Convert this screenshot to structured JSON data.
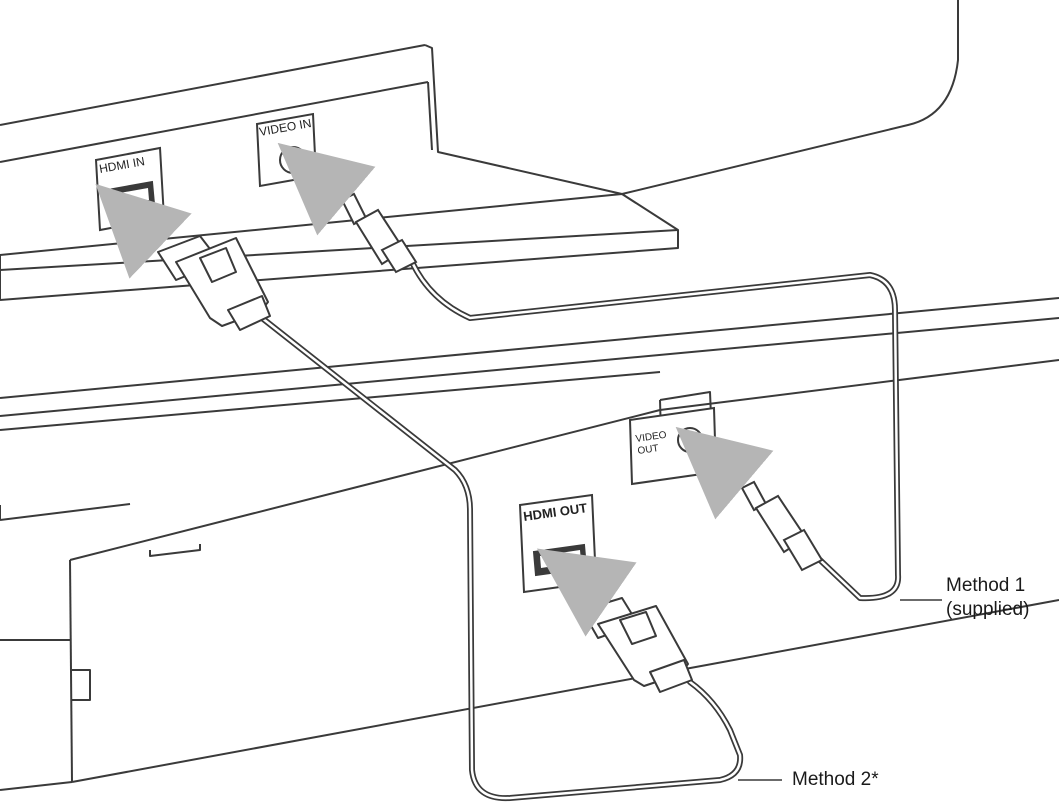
{
  "tv": {
    "hdmi_port_label": "HDMI IN",
    "video_port_label": "VIDEO IN"
  },
  "device": {
    "hdmi_port_label": "HDMI OUT",
    "video_port_label_line1": "VIDEO",
    "video_port_label_line2": "OUT"
  },
  "callouts": {
    "method1_line1": "Method 1",
    "method1_line2": "(supplied)",
    "method2": "Method 2*"
  },
  "colors": {
    "stroke": "#3a3a3a",
    "arrow": "#b5b5b5",
    "fill": "#ffffff"
  }
}
